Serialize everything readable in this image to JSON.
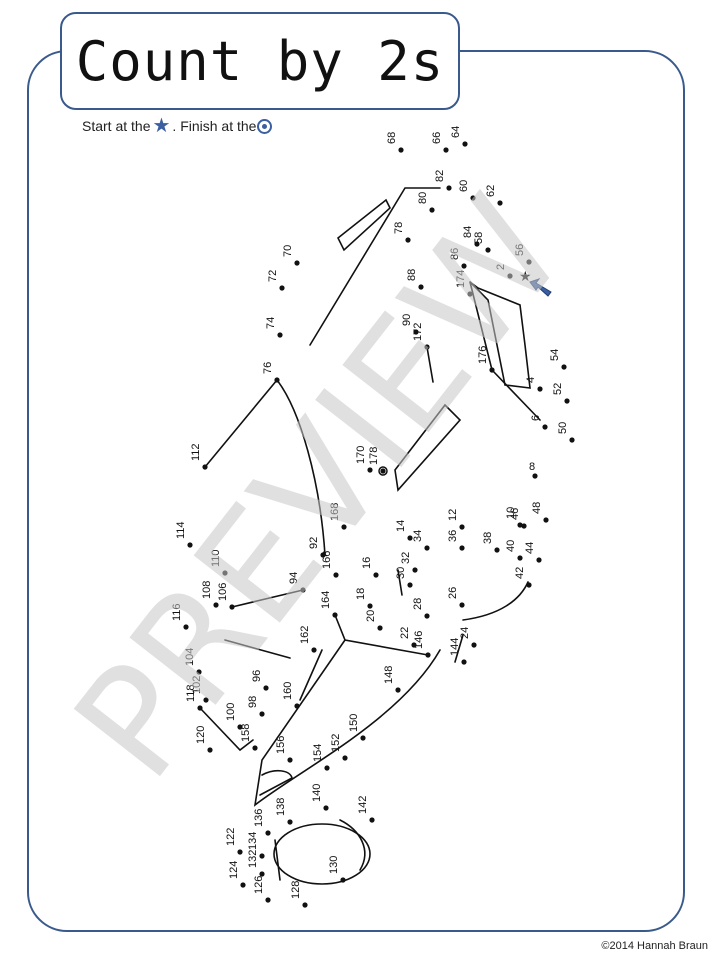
{
  "title": "Count by 2s",
  "instructions": {
    "start_text": "Start at the",
    "finish_text": ". Finish at the",
    "start_icon": "star-icon",
    "finish_icon": "circle-dot-icon"
  },
  "watermark": "PREVIEW",
  "copyright": "©2014 Hannah Braun",
  "colors": {
    "frame": "#3a5a8c",
    "accent": "#3b5fa0",
    "watermark": "#c8c8c8"
  },
  "dot_numbers": [
    "2",
    "4",
    "6",
    "8",
    "10",
    "12",
    "14",
    "16",
    "18",
    "20",
    "22",
    "24",
    "26",
    "28",
    "30",
    "32",
    "34",
    "36",
    "38",
    "40",
    "42",
    "44",
    "46",
    "48",
    "50",
    "52",
    "54",
    "56",
    "58",
    "60",
    "62",
    "64",
    "66",
    "68",
    "70",
    "72",
    "74",
    "76",
    "78",
    "80",
    "82",
    "84",
    "86",
    "88",
    "90",
    "92",
    "94",
    "96",
    "98",
    "100",
    "102",
    "104",
    "106",
    "108",
    "110",
    "112",
    "114",
    "116",
    "118",
    "120",
    "122",
    "124",
    "126",
    "128",
    "130",
    "132",
    "134",
    "136",
    "138",
    "140",
    "142",
    "144",
    "146",
    "148",
    "150",
    "152",
    "154",
    "156",
    "158",
    "160",
    "162",
    "164",
    "166",
    "168",
    "170",
    "172",
    "174",
    "176",
    "178"
  ]
}
